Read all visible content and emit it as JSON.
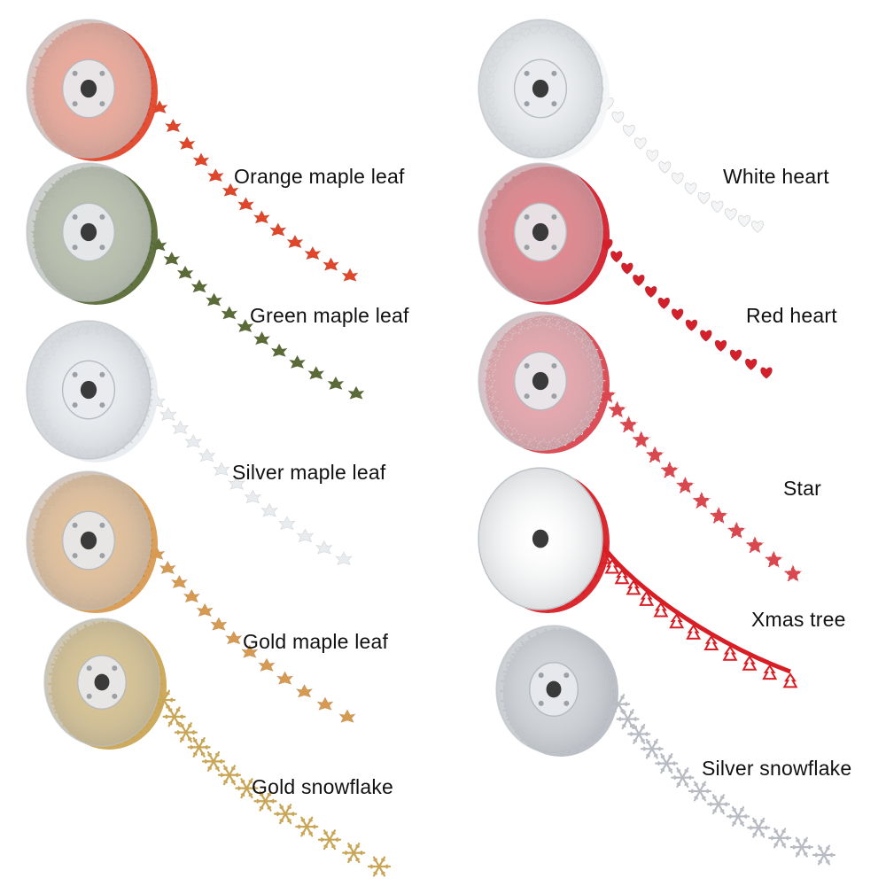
{
  "products": [
    {
      "label": "Orange maple leaf",
      "color": "#e0462a",
      "core": "#f2c2b3",
      "shape": "leaf"
    },
    {
      "label": "Green maple leaf",
      "color": "#5a6b37",
      "core": "#d7d9cf",
      "shape": "leaf"
    },
    {
      "label": "Silver maple leaf",
      "color": "#e9ecef",
      "core": "#eef0f3",
      "shape": "leaf"
    },
    {
      "label": "Gold maple leaf",
      "color": "#d79a52",
      "core": "#e8c9a8",
      "shape": "leaf"
    },
    {
      "label": "Gold snowflake",
      "color": "#c9a556",
      "core": "#dac79a",
      "shape": "snowflake"
    },
    {
      "label": "White heart",
      "color": "#f4f5f7",
      "core": "#eceef1",
      "shape": "heart"
    },
    {
      "label": "Red heart",
      "color": "#d4202b",
      "core": "#e69aa0",
      "shape": "heart"
    },
    {
      "label": "Star",
      "color": "#d9474f",
      "core": "#ecc0c4",
      "shape": "star"
    },
    {
      "label": "Xmas tree",
      "color": "#d81e24",
      "core": "#ffffff",
      "shape": "tree"
    },
    {
      "label": "Silver snowflake",
      "color": "#b8bcc2",
      "core": "#d8dbdf",
      "shape": "snowflake"
    }
  ]
}
